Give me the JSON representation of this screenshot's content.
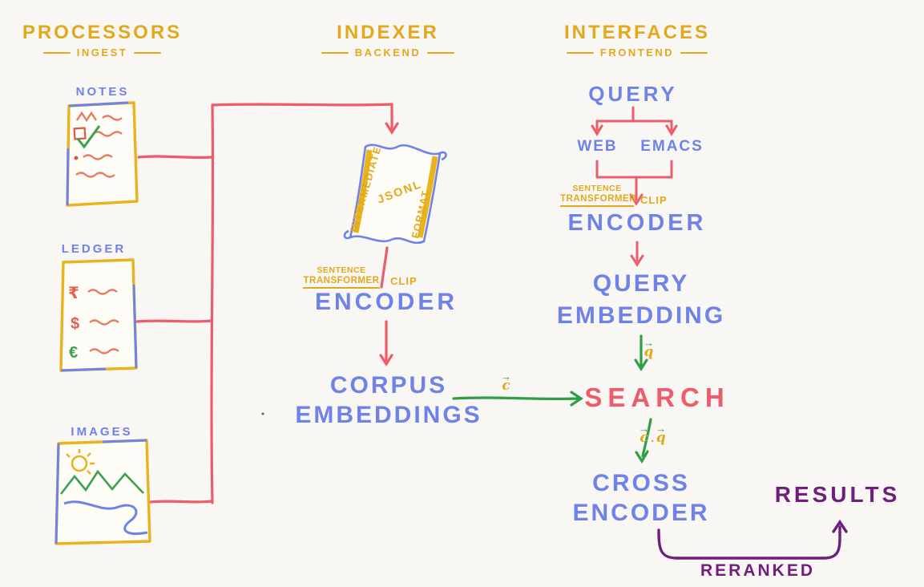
{
  "header": {
    "processors": {
      "title": "PROCESSORS",
      "subtitle": "INGEST"
    },
    "indexer": {
      "title": "INDEXER",
      "subtitle": "BACKEND"
    },
    "interfaces": {
      "title": "INTERFACES",
      "subtitle": "FRONTEND"
    }
  },
  "processors": {
    "notes": {
      "label": "NOTES"
    },
    "ledger": {
      "label": "LEDGER",
      "currencies": [
        {
          "symbol": "₹",
          "color": "#e2614e"
        },
        {
          "symbol": "$",
          "color": "#e2614e"
        },
        {
          "symbol": "€",
          "color": "#3ba150"
        }
      ]
    },
    "images": {
      "label": "IMAGES"
    }
  },
  "indexer": {
    "scroll": {
      "side_left": "INTERMEDIATE",
      "center": "JSONL",
      "side_right": "FORMAT"
    },
    "encoder": {
      "pre_line1": "SENTENCE",
      "pre_line2": "TRANSFORMER",
      "pre_alt": "CLIP",
      "label": "ENCODER"
    },
    "corpus": {
      "line1": "CORPUS",
      "line2": "EMBEDDINGS"
    }
  },
  "interfaces": {
    "query": {
      "label": "QUERY"
    },
    "clients": {
      "web": "WEB",
      "emacs": "EMACS"
    },
    "encoder": {
      "pre_line1": "SENTENCE",
      "pre_line2": "TRANSFORMER",
      "pre_alt": "CLIP",
      "label": "ENCODER"
    },
    "query_embedding": {
      "line1": "QUERY",
      "line2": "EMBEDDING"
    },
    "search": {
      "label": "SEARCH"
    },
    "cross_encoder": {
      "line1": "CROSS",
      "line2": "ENCODER"
    },
    "results": {
      "label": "RESULTS"
    },
    "reranked": {
      "label": "RERANKED"
    }
  },
  "edges": {
    "corpus_vector": {
      "arrow": "→",
      "letter": "c"
    },
    "query_vector": {
      "arrow": "→",
      "letter": "q"
    },
    "dot_vector": {
      "arrow": "→",
      "c": "c",
      "dot": ".",
      "q": "q"
    }
  },
  "colors": {
    "yellow": "#e3a81c",
    "blue": "#6f82e8",
    "red": "#ee5b6b",
    "green": "#2f9e44",
    "purple": "#701d7d",
    "background": "#f8f7f3"
  }
}
